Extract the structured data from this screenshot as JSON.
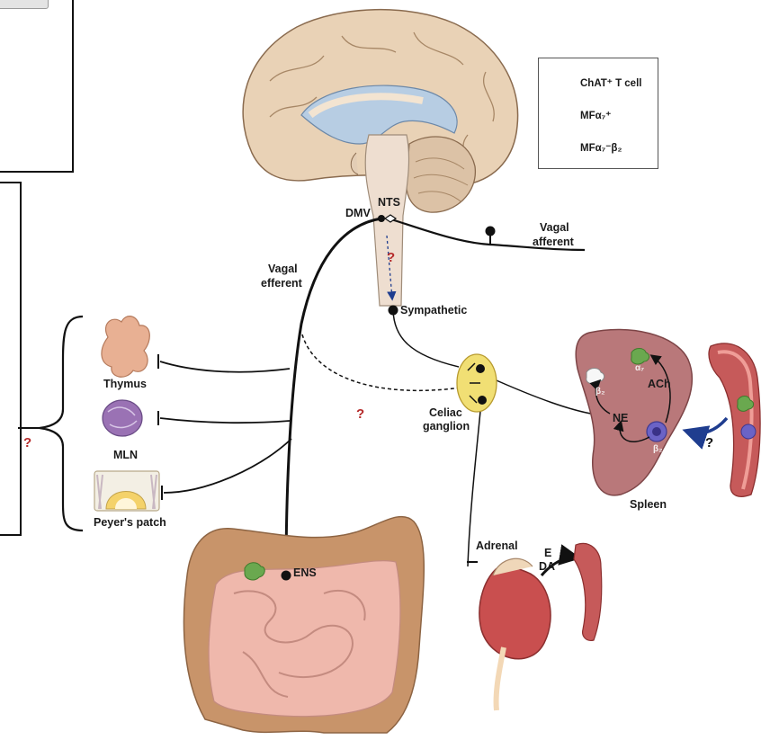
{
  "legend": {
    "items": [
      {
        "label": "ChAT⁺ T cell",
        "icon": "chat-t-cell-icon",
        "color": "#6b63c6"
      },
      {
        "label": "MFα₇⁺",
        "icon": "macrophage-alpha7-icon",
        "color": "#6aa84f"
      },
      {
        "label": "MFα₇⁻β₂",
        "icon": "macrophage-alpha7-neg-beta2-icon",
        "color": "#f2f2f2"
      }
    ]
  },
  "labels": {
    "nts": "NTS",
    "dmv": "DMV",
    "vagal_afferent_1": "Vagal",
    "vagal_afferent_2": "afferent",
    "vagal_efferent_1": "Vagal",
    "vagal_efferent_2": "efferent",
    "sympathetic": "Sympathetic",
    "celiac_1": "Celiac",
    "celiac_2": "ganglion",
    "thymus": "Thymus",
    "mln": "MLN",
    "peyers_patch": "Peyer's patch",
    "ens": "ENS",
    "adrenal": "Adrenal",
    "e": "E",
    "da": "DA",
    "spleen": "Spleen",
    "ne": "NE",
    "ach": "ACh",
    "beta2_a": "β₂",
    "beta2_b": "β₂",
    "alpha7": "α₇"
  },
  "question_marks": [
    "?",
    "?",
    "?",
    "?"
  ],
  "colors": {
    "brain": "#e9d2b6",
    "ventricle": "#b7cde3",
    "spleen": "#b9787a",
    "ganglion": "#f1df74",
    "vessel": "#c65a5a",
    "colon": "#c8946a",
    "intestine": "#efb8ac",
    "thymus": "#e8b093",
    "mln": "#9a72b4",
    "question": "#b52a2a",
    "arrow_blue": "#1f3d8f"
  }
}
